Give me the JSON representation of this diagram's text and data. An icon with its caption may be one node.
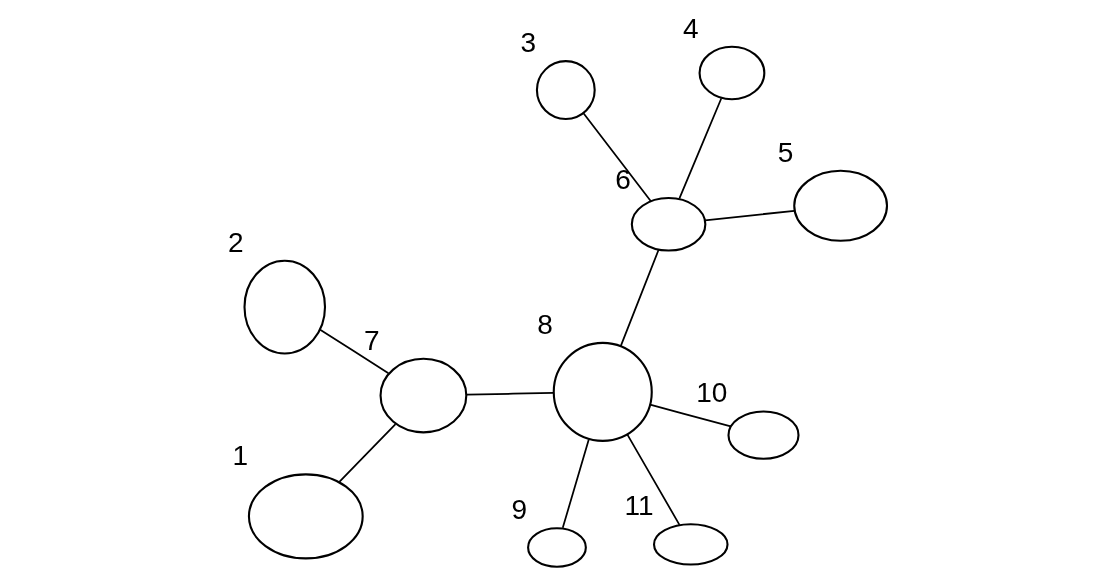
{
  "diagram": {
    "nodes": [
      {
        "text": [],
        "shape": "ellipse",
        "beside": [
          "1"
        ]
      },
      {
        "text": [],
        "shape": "ellipse",
        "beside": [
          "2"
        ]
      },
      {
        "text": [],
        "shape": "ellipse",
        "beside": [
          "3"
        ]
      },
      {
        "text": [],
        "shape": "ellipse",
        "beside": [
          "4"
        ]
      },
      {
        "text": [],
        "shape": "ellipse",
        "beside": [
          "5"
        ]
      },
      {
        "text": [],
        "shape": "ellipse",
        "beside": [
          "6"
        ]
      },
      {
        "text": [],
        "shape": "ellipse",
        "beside": [
          "7"
        ]
      },
      {
        "text": [],
        "shape": "ellipse",
        "beside": [
          "8"
        ]
      },
      {
        "text": [],
        "shape": "ellipse",
        "beside": [
          "9"
        ]
      },
      {
        "text": [],
        "shape": "ellipse",
        "beside": [
          "10"
        ]
      },
      {
        "text": [],
        "shape": "ellipse",
        "beside": [
          "11"
        ]
      }
    ],
    "edges": [
      {
        "from": 7,
        "to": 10,
        "arrow": "none"
      },
      {
        "from": 7,
        "to": 9,
        "arrow": "none"
      },
      {
        "from": 7,
        "to": 5,
        "arrow": "none"
      },
      {
        "from": 7,
        "to": 8,
        "arrow": "none"
      },
      {
        "from": 7,
        "to": 6,
        "arrow": "none"
      },
      {
        "from": 5,
        "to": 4,
        "arrow": "none"
      },
      {
        "from": 5,
        "to": 3,
        "arrow": "none"
      },
      {
        "from": 5,
        "to": 2,
        "arrow": "none"
      },
      {
        "from": 6,
        "to": 0,
        "arrow": "none"
      },
      {
        "from": 6,
        "to": 1,
        "arrow": "none"
      }
    ]
  }
}
